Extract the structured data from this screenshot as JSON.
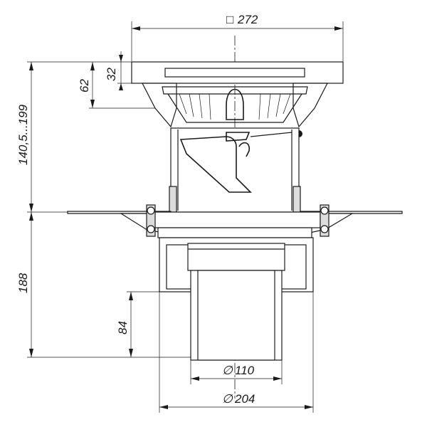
{
  "dimensions": {
    "width_top": "272",
    "height_32": "32",
    "height_62": "62",
    "height_range": "140,5...199",
    "height_188": "188",
    "height_84": "84",
    "diameter_110": "110",
    "diameter_204": "204"
  },
  "symbols": {
    "square": "□",
    "diameter": "∅"
  }
}
